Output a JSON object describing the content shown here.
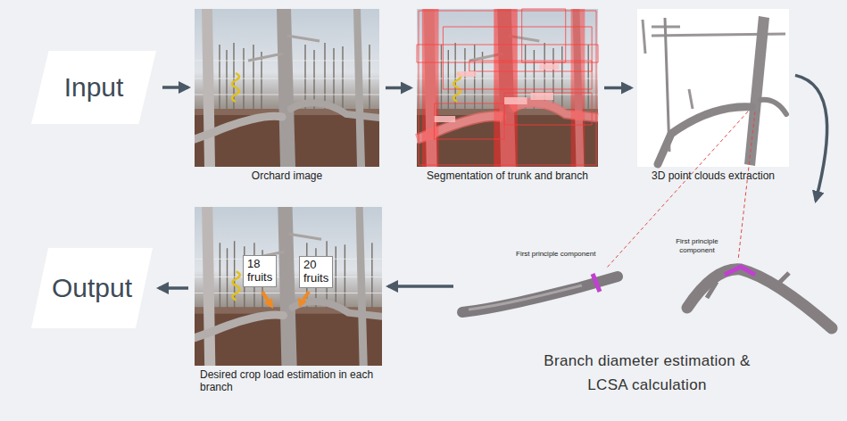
{
  "diagram": {
    "nodes": [
      {
        "text": [
          "Input"
        ]
      },
      {
        "text": [
          "Orchard image"
        ]
      },
      {
        "text": [
          "Segmentation of trunk and branch"
        ]
      },
      {
        "text": [
          "3D point clouds extraction"
        ]
      },
      {
        "text": [
          "Branch diameter estimation & LCSA calculation"
        ]
      },
      {
        "text": [
          "Desired crop load estimation in each branch"
        ]
      },
      {
        "text": [
          "18 fruits"
        ],
        "in": 5
      },
      {
        "text": [
          "20 fruits"
        ],
        "in": 5
      },
      {
        "text": [
          "Output"
        ]
      }
    ],
    "edges": [
      {
        "from": 0,
        "to": 1,
        "arrow": "to"
      },
      {
        "from": 1,
        "to": 2,
        "arrow": "to"
      },
      {
        "from": 2,
        "to": 3,
        "arrow": "to"
      },
      {
        "from": 3,
        "to": 4,
        "arrow": "to"
      },
      {
        "from": 4,
        "to": 5,
        "arrow": "to"
      },
      {
        "from": 5,
        "to": 8,
        "arrow": "to"
      }
    ],
    "labels": [
      "First principle component",
      "First principle component"
    ]
  }
}
